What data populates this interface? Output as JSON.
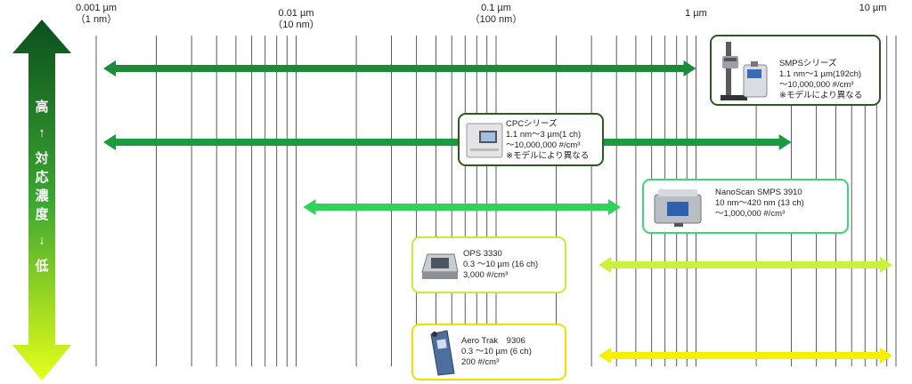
{
  "scale": {
    "ticks": [
      {
        "label": "0.001 µm",
        "sub": "（1 nm）",
        "value_um": 0.001
      },
      {
        "label": "0.01 µm",
        "sub": "（10 nm）",
        "value_um": 0.01
      },
      {
        "label": "0.1 µm",
        "sub": "（100 nm）",
        "value_um": 0.1
      },
      {
        "label": "1 µm",
        "sub": "",
        "value_um": 1
      },
      {
        "label": "10 µm",
        "sub": "",
        "value_um": 10
      }
    ]
  },
  "axis": {
    "top": "高",
    "up_arrow": "↑",
    "label_chars": [
      "対",
      "応",
      "濃",
      "度"
    ],
    "down_arrow": "↓",
    "bottom": "低",
    "gradient_top": "#0b4f1e",
    "gradient_bottom": "#e6ff1a"
  },
  "instruments": [
    {
      "id": "smps",
      "name": "SMPSシリーズ",
      "lines": [
        "1.1 nm～1 µm(192ch)",
        "～10,000,000 #/cm³",
        "※モデルにより異なる"
      ],
      "range_um": [
        0.001,
        1
      ],
      "arrow_color": "#1c8a3a",
      "border_color": "#2f5a1f"
    },
    {
      "id": "cpc",
      "name": "CPCシリーズ",
      "lines": [
        "1.1 nm～3 µm(1 ch)",
        "～10,000,000 #/cm³",
        "※モデルにより異なる"
      ],
      "range_um": [
        0.001,
        3
      ],
      "arrow_color": "#1c9a40",
      "border_color": "#2f5a1f"
    },
    {
      "id": "nanoscan",
      "name": "NanoScan SMPS 3910",
      "lines": [
        "10 nm～420 nm (13 ch)",
        "～1,000,000 #/cm³"
      ],
      "range_um": [
        0.01,
        0.42
      ],
      "arrow_color": "#2fd35a",
      "border_color": "#3fd67a"
    },
    {
      "id": "ops",
      "name": "OPS 3330",
      "lines": [
        "0.3 ～10 µm (16 ch)",
        "3,000 #/cm³"
      ],
      "range_um": [
        0.3,
        10
      ],
      "arrow_color": "#c9f23a",
      "border_color": "#cde83a"
    },
    {
      "id": "aerotrak",
      "name": "Aero Trak　9306",
      "lines": [
        "0.3 ～10 µm (6 ch)",
        "200 #/cm³"
      ],
      "range_um": [
        0.3,
        10
      ],
      "arrow_color": "#f4f000",
      "border_color": "#f0e000"
    }
  ]
}
